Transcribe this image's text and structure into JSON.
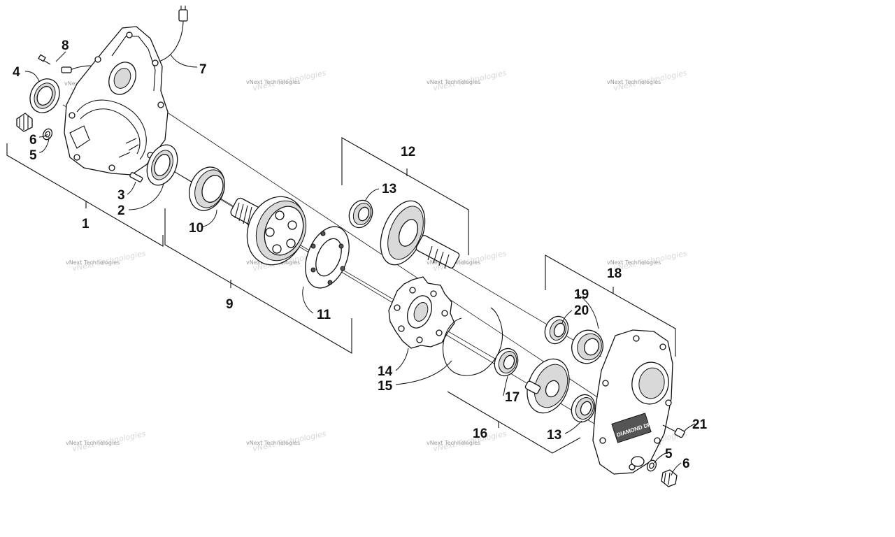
{
  "diagram": {
    "watermark": {
      "line1": "vNext Technologies",
      "line2": "vNext Technologies"
    },
    "callouts": {
      "p1": "1",
      "p2": "2",
      "p3": "3",
      "p4": "4",
      "p5a": "5",
      "p5b": "5",
      "p6a": "6",
      "p6b": "6",
      "p7": "7",
      "p8": "8",
      "p9": "9",
      "p10": "10",
      "p11": "11",
      "p12": "12",
      "p13a": "13",
      "p13b": "13",
      "p14": "14",
      "p15": "15",
      "p16": "16",
      "p17": "17",
      "p18": "18",
      "p19": "19",
      "p20": "20",
      "p21": "21"
    },
    "cover_logo_text": "DIAMOND DRIVE"
  }
}
